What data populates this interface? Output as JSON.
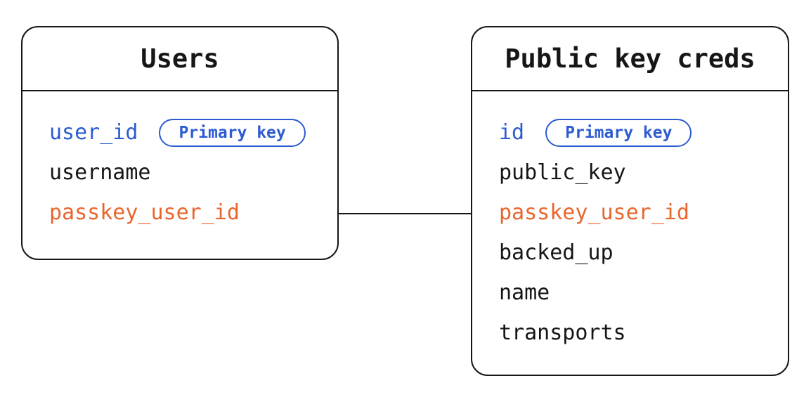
{
  "diagram": {
    "colors": {
      "primary_key_blue": "#2d5bd2",
      "foreign_key_orange": "#e8662d",
      "ink_black": "#161616",
      "background": "#ffffff"
    },
    "tables": [
      {
        "title": "Users",
        "fields": [
          {
            "name": "user_id",
            "role": "pk",
            "badge": "Primary key"
          },
          {
            "name": "username",
            "role": "plain"
          },
          {
            "name": "passkey_user_id",
            "role": "fk"
          }
        ]
      },
      {
        "title": "Public key creds",
        "fields": [
          {
            "name": "id",
            "role": "pk",
            "badge": "Primary key"
          },
          {
            "name": "public_key",
            "role": "plain"
          },
          {
            "name": "passkey_user_id",
            "role": "fk"
          },
          {
            "name": "backed_up",
            "role": "plain"
          },
          {
            "name": "name",
            "role": "plain"
          },
          {
            "name": "transports",
            "role": "plain"
          }
        ]
      }
    ],
    "relationship": {
      "from_table": "Users",
      "from_field": "passkey_user_id",
      "to_table": "Public key creds",
      "to_field": "passkey_user_id"
    }
  }
}
